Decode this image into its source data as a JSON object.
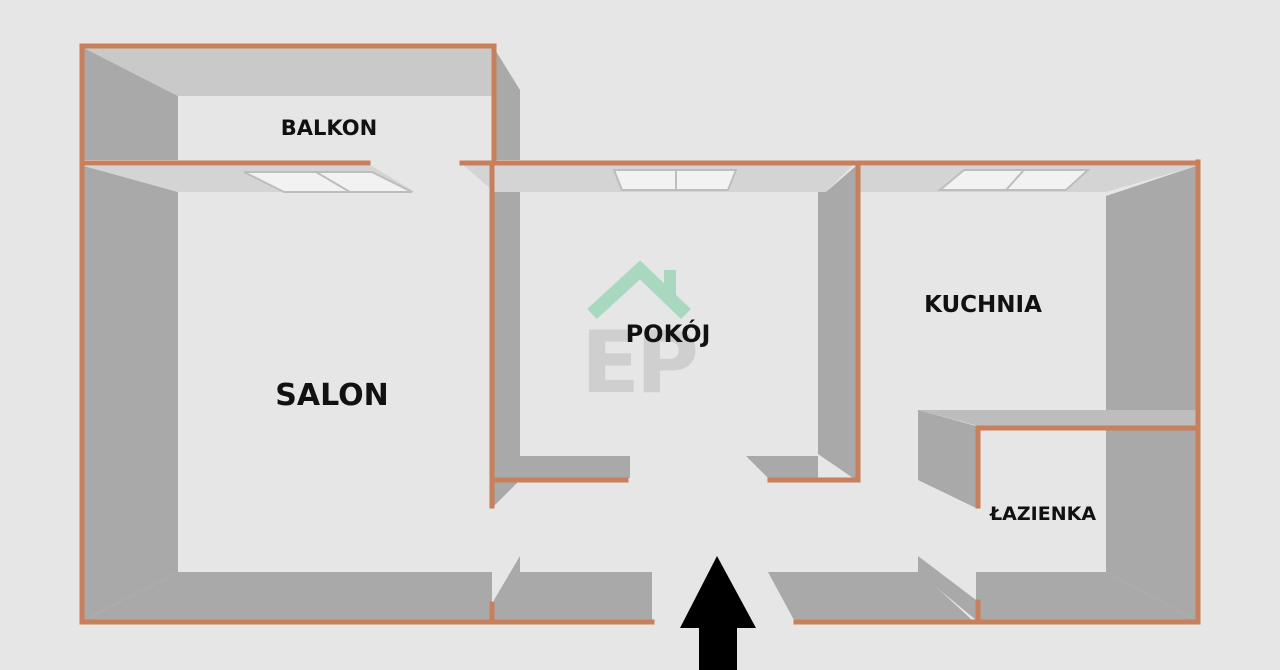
{
  "rooms": {
    "balkon": "BALKON",
    "salon": "SALON",
    "pokoj": "POKÓJ",
    "kuchnia": "KUCHNIA",
    "lazienka": "ŁAZIENKA"
  },
  "watermark": {
    "text": "EP"
  },
  "colors": {
    "background": "#e6e6e6",
    "floor": "#e6e6e6",
    "wall_shadow": "#a9a9a9",
    "wall_light": "#c4c4c4",
    "wall_outline": "#c87f5c",
    "watermark_roof": "#a8d9c0",
    "watermark_text": "#cfcfcf",
    "entrance_arrow": "#000000"
  },
  "icons": {
    "entrance": "entrance-arrow-icon",
    "window": "window-icon",
    "logo": "house-logo-icon"
  }
}
